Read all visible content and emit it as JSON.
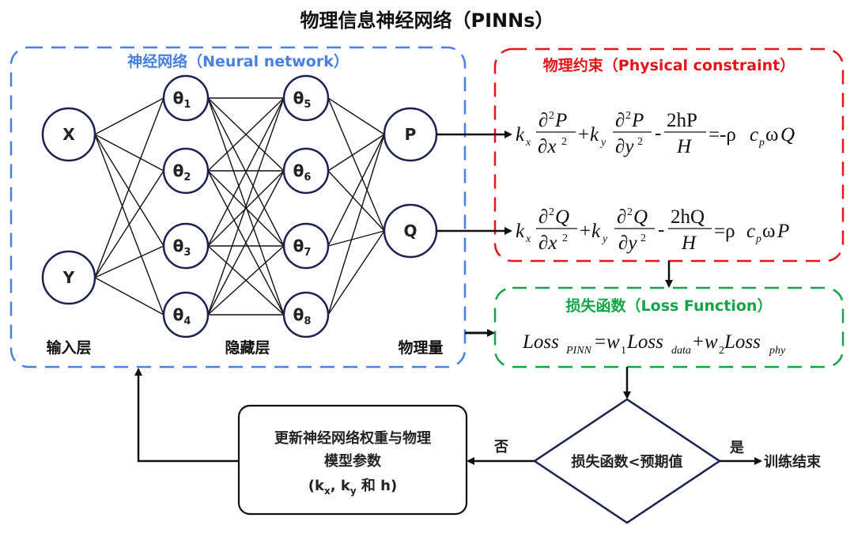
{
  "title": "物理信息神经网络（PINNs）",
  "colors": {
    "neural_box": "#4a7fe0",
    "physics_box": "#e5141b",
    "loss_box": "#16a34a",
    "node_stroke": "#1c2250",
    "edge": "#111111"
  },
  "neural_network": {
    "heading": "神经网络（Neural network）",
    "input_layer_label": "输入层",
    "hidden_layer_label": "隐藏层",
    "output_layer_label": "物理量",
    "inputs": [
      "X",
      "Y"
    ],
    "hidden1": [
      {
        "sym": "θ",
        "sub": "1"
      },
      {
        "sym": "θ",
        "sub": "2"
      },
      {
        "sym": "θ",
        "sub": "3"
      },
      {
        "sym": "θ",
        "sub": "4"
      }
    ],
    "hidden2": [
      {
        "sym": "θ",
        "sub": "5"
      },
      {
        "sym": "θ",
        "sub": "6"
      },
      {
        "sym": "θ",
        "sub": "7"
      },
      {
        "sym": "θ",
        "sub": "8"
      }
    ],
    "outputs": [
      "P",
      "Q"
    ]
  },
  "physical_constraint": {
    "heading": "物理约束（Physical constraint）",
    "equation_P": {
      "k1": "k",
      "k1_sub": "x",
      "num1": "∂",
      "num1_sup": "2",
      "num1_var": "P",
      "den1": "∂x",
      "den1_sup": "2",
      "plus": "+",
      "k2": "k",
      "k2_sub": "y",
      "num2_var": "P",
      "den2": "∂y",
      "den2_sup": "2",
      "minus": "-",
      "num3": "2hP",
      "den3": "H",
      "rhs_prefix": "=-ρ",
      "rhs_c": "c",
      "rhs_c_sub": "p",
      "rhs_omega": "ω",
      "rhs_var": "Q"
    },
    "equation_Q": {
      "k1": "k",
      "k1_sub": "x",
      "num1": "∂",
      "num1_sup": "2",
      "num1_var": "Q",
      "den1": "∂x",
      "den1_sup": "2",
      "plus": "+",
      "k2": "k",
      "k2_sub": "y",
      "num2_var": "Q",
      "den2": "∂y",
      "den2_sup": "2",
      "minus": "-",
      "num3": "2hQ",
      "den3": "H",
      "rhs_prefix": "=ρ",
      "rhs_c": "c",
      "rhs_c_sub": "p",
      "rhs_omega": "ω",
      "rhs_var": "P"
    }
  },
  "loss_function": {
    "heading": "损失函数（Loss Function）",
    "lhs": "Loss",
    "lhs_sub": "PINN",
    "eq": "=",
    "w1": "w",
    "w1_sub": "1",
    "term1": "Loss",
    "term1_sub": "data",
    "plus": "+",
    "w2": "w",
    "w2_sub": "2",
    "term2": "Loss",
    "term2_sub": "phy"
  },
  "flowchart": {
    "decision": "损失函数<预期值",
    "yes_label": "是",
    "no_label": "否",
    "end_label": "训练结束",
    "update_box": {
      "line1": "更新神经网络权重与物理",
      "line2": "模型参数",
      "line3_prefix": "(k",
      "line3_sub1": "x",
      "line3_mid": ", k",
      "line3_sub2": "y",
      "line3_suffix": " 和 h)"
    }
  }
}
